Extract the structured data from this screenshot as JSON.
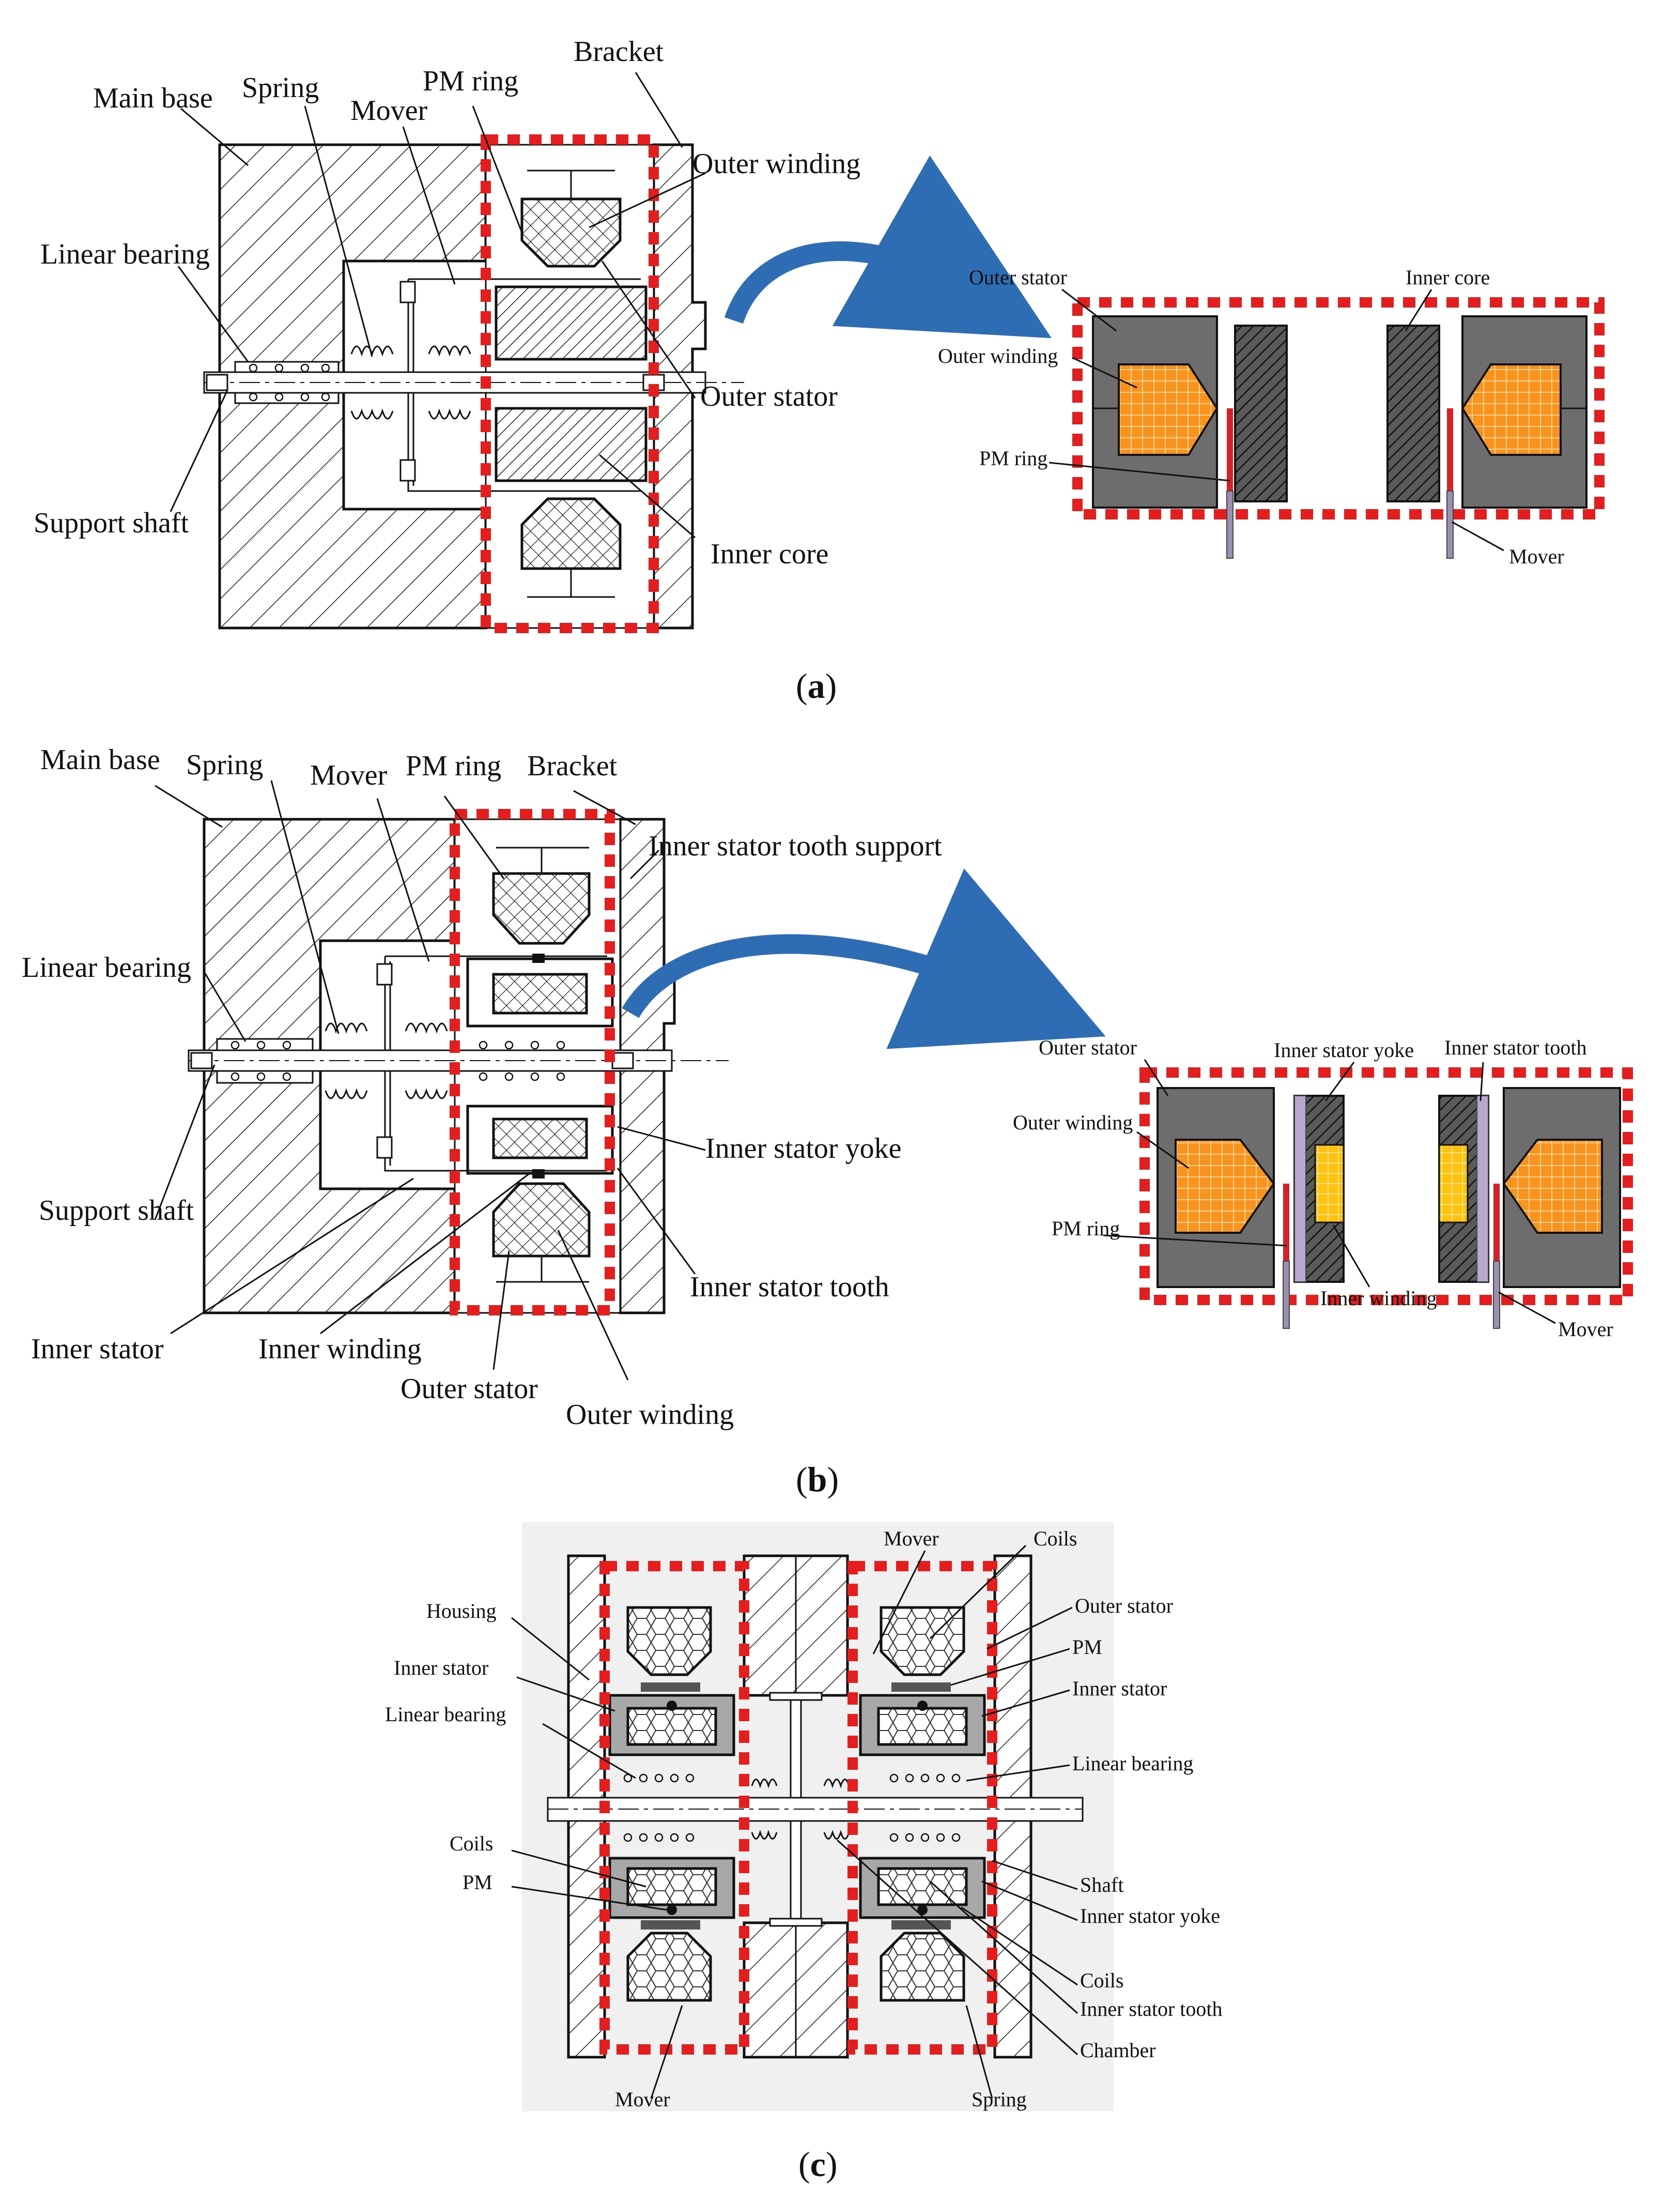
{
  "panels": {
    "a": {
      "caption_open": "(",
      "caption_letter": "a",
      "caption_close": ")",
      "labels": {
        "main_base": "Main base",
        "spring": "Spring",
        "pm_ring": "PM ring",
        "bracket": "Bracket",
        "mover": "Mover",
        "outer_winding": "Outer winding",
        "linear_bearing": "Linear bearing",
        "outer_stator": "Outer stator",
        "support_shaft": "Support shaft",
        "inner_core": "Inner core"
      },
      "zoom_labels": {
        "outer_stator": "Outer stator",
        "inner_core": "Inner core",
        "outer_winding": "Outer winding",
        "pm_ring": "PM ring",
        "mover": "Mover"
      }
    },
    "b": {
      "caption_open": "(",
      "caption_letter": "b",
      "caption_close": ")",
      "labels": {
        "main_base": "Main base",
        "spring": "Spring",
        "mover": "Mover",
        "pm_ring": "PM ring",
        "bracket": "Bracket",
        "inner_stator_tooth_support": "Inner stator tooth support",
        "linear_bearing": "Linear bearing",
        "inner_stator_yoke": "Inner stator yoke",
        "support_shaft": "Support shaft",
        "inner_stator_tooth": "Inner stator tooth",
        "inner_stator": "Inner stator",
        "inner_winding": "Inner winding",
        "outer_stator": "Outer stator",
        "outer_winding": "Outer winding"
      },
      "zoom_labels": {
        "outer_stator": "Outer stator",
        "inner_stator_yoke": "Inner stator yoke",
        "inner_stator_tooth": "Inner stator tooth",
        "outer_winding": "Outer winding",
        "pm_ring": "PM ring",
        "inner_winding": "Inner winding",
        "mover": "Mover"
      }
    },
    "c": {
      "caption_open": "(",
      "caption_letter": "c",
      "caption_close": ")",
      "labels": {
        "mover_top": "Mover",
        "coils_top": "Coils",
        "housing": "Housing",
        "outer_stator": "Outer stator",
        "pm_right": "PM",
        "inner_stator_left": "Inner stator",
        "inner_stator_right": "Inner stator",
        "linear_bearing_left": "Linear bearing",
        "linear_bearing_right": "Linear bearing",
        "coils_left": "Coils",
        "pm_left": "PM",
        "shaft": "Shaft",
        "inner_stator_yoke": "Inner stator yoke",
        "coils_right": "Coils",
        "inner_stator_tooth": "Inner stator tooth",
        "chamber": "Chamber",
        "mover_bottom": "Mover",
        "spring_bottom": "Spring"
      }
    }
  },
  "colors": {
    "highlight_dash": "#e41e1e",
    "winding_orange": "#f7931e",
    "inner_winding_yellow": "#ffc20e",
    "stator_gray": "#6d6d6d",
    "arrow_blue": "#2e6db4",
    "pm_red": "#d2232a",
    "mover_purple": "#9b8fb0"
  }
}
